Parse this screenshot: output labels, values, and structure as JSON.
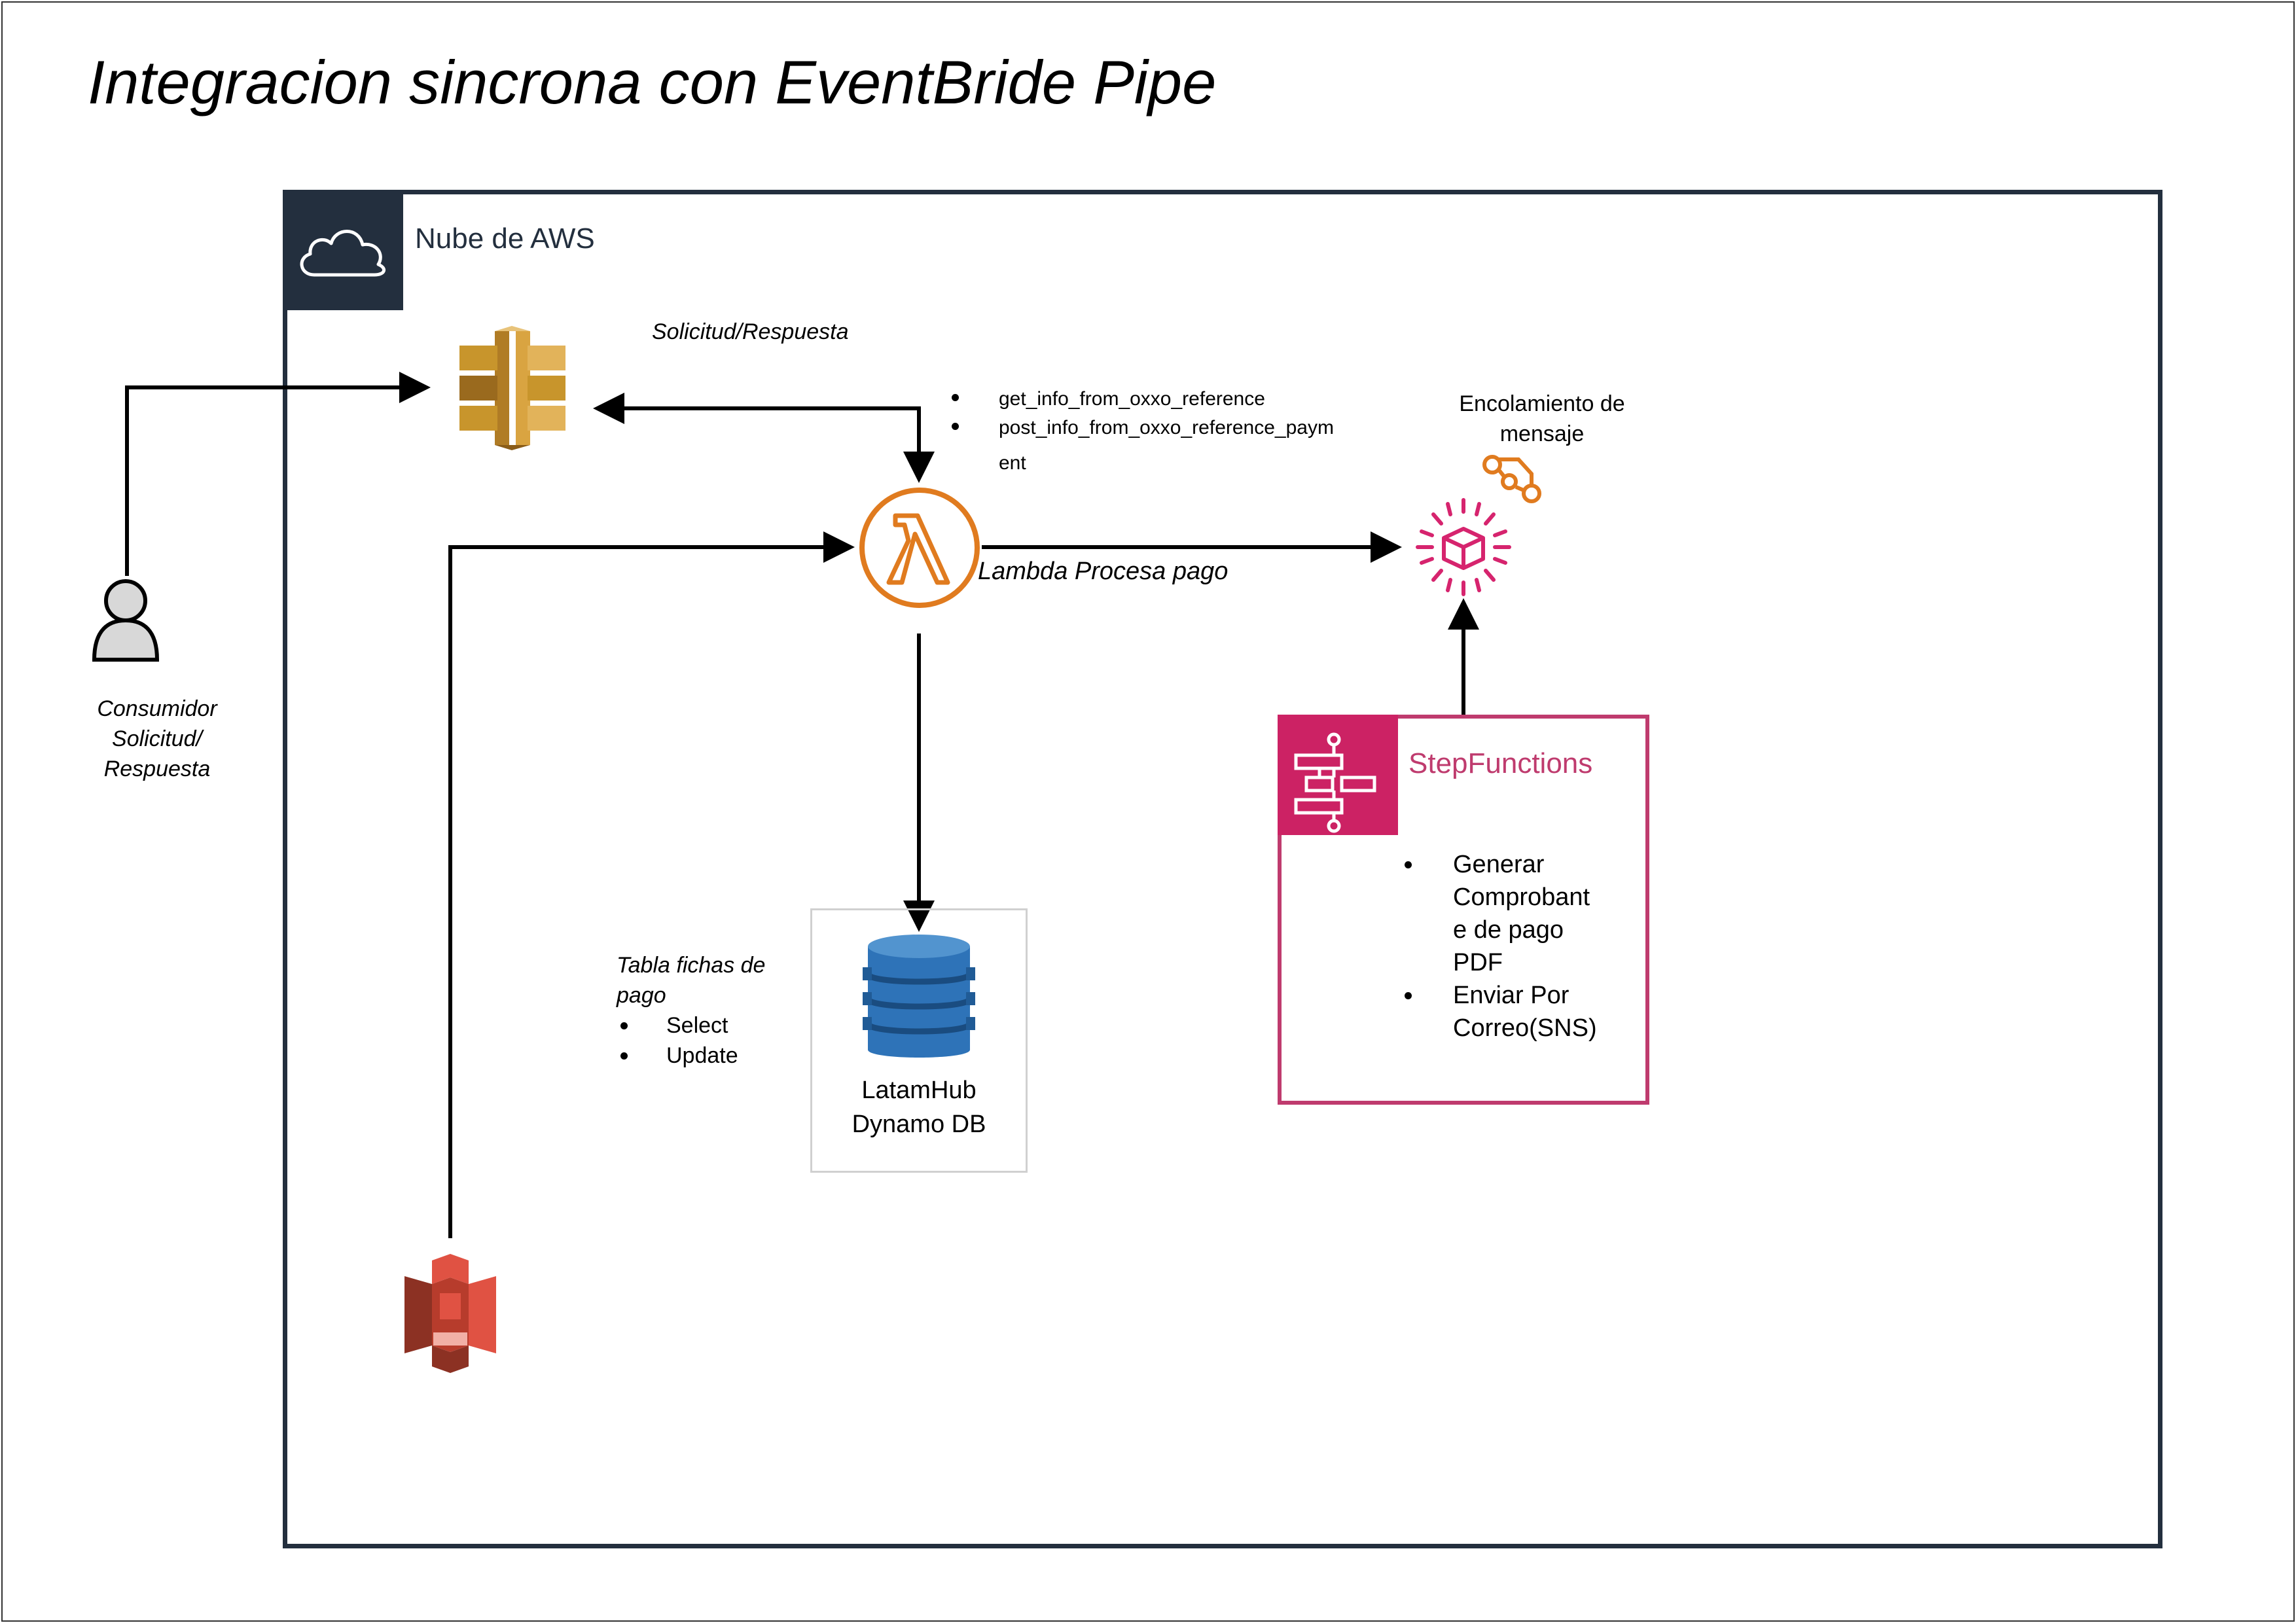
{
  "title": "Integracion sincrona con EventBride Pipe",
  "aws_group": {
    "label": "Nube de AWS",
    "icon": "cloud-icon"
  },
  "consumer": {
    "label_lines": [
      "Consumidor",
      "Solicitud/",
      "Respuesta"
    ],
    "icon": "user-icon"
  },
  "api_gateway": {
    "icon": "api-gateway-icon",
    "edge_label": "Solicitud/Respuesta"
  },
  "lambda": {
    "icon": "lambda-icon",
    "label": "Lambda Procesa pago",
    "methods": [
      "get_info_from_oxxo_reference",
      "post_info_from_oxxo_reference_paym",
      "ent"
    ]
  },
  "eventbridge": {
    "icon": "eventbridge-icon",
    "pipe_icon": "eventbridge-pipes-icon",
    "label_lines": [
      "Encolamiento de",
      "mensaje"
    ]
  },
  "dynamodb": {
    "icon": "dynamodb-icon",
    "label_lines": [
      "LatamHub",
      "Dynamo DB"
    ],
    "note_title_lines": [
      "Tabla fichas de",
      "pago"
    ],
    "operations": [
      "Select",
      "Update"
    ]
  },
  "step_functions": {
    "icon": "step-functions-icon",
    "label": "StepFunctions",
    "tasks": [
      {
        "lines": [
          "Generar",
          "Comprobant",
          "e de pago",
          "PDF"
        ]
      },
      {
        "lines": [
          "Enviar Por",
          "Correo(SNS)"
        ]
      }
    ]
  },
  "s3": {
    "icon": "s3-bucket-icon"
  },
  "colors": {
    "aws_squid_ink": "#232f3e",
    "lambda_orange": "#e07b1f",
    "step_functions_pink": "#cc2264",
    "step_functions_border": "#bf3b6e",
    "eventbridge_pink": "#d6246e",
    "dynamodb_blue": "#2e73b8",
    "s3_red": "#e05243",
    "api_gateway_gold": "#c8952c"
  }
}
